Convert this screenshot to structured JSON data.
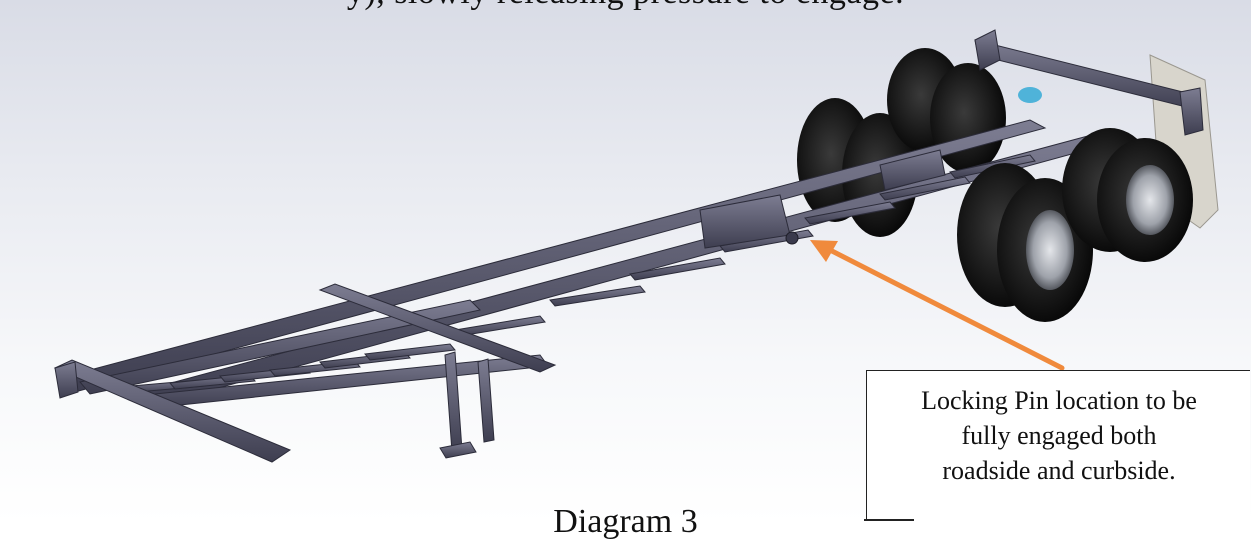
{
  "document": {
    "header_fragment": "y), slowly releasing pressure to engage.",
    "footer_fragment": "Diagram 3",
    "callout_text": "Locking Pin location to be\nfully engaged both\nroadside and curbside.",
    "callout_border_color": "#222222",
    "arrow_color": "#F08A3C",
    "chassis_color": "#5A5A6E",
    "figure_subject": "container chassis trailer with tandem axle wheels"
  }
}
